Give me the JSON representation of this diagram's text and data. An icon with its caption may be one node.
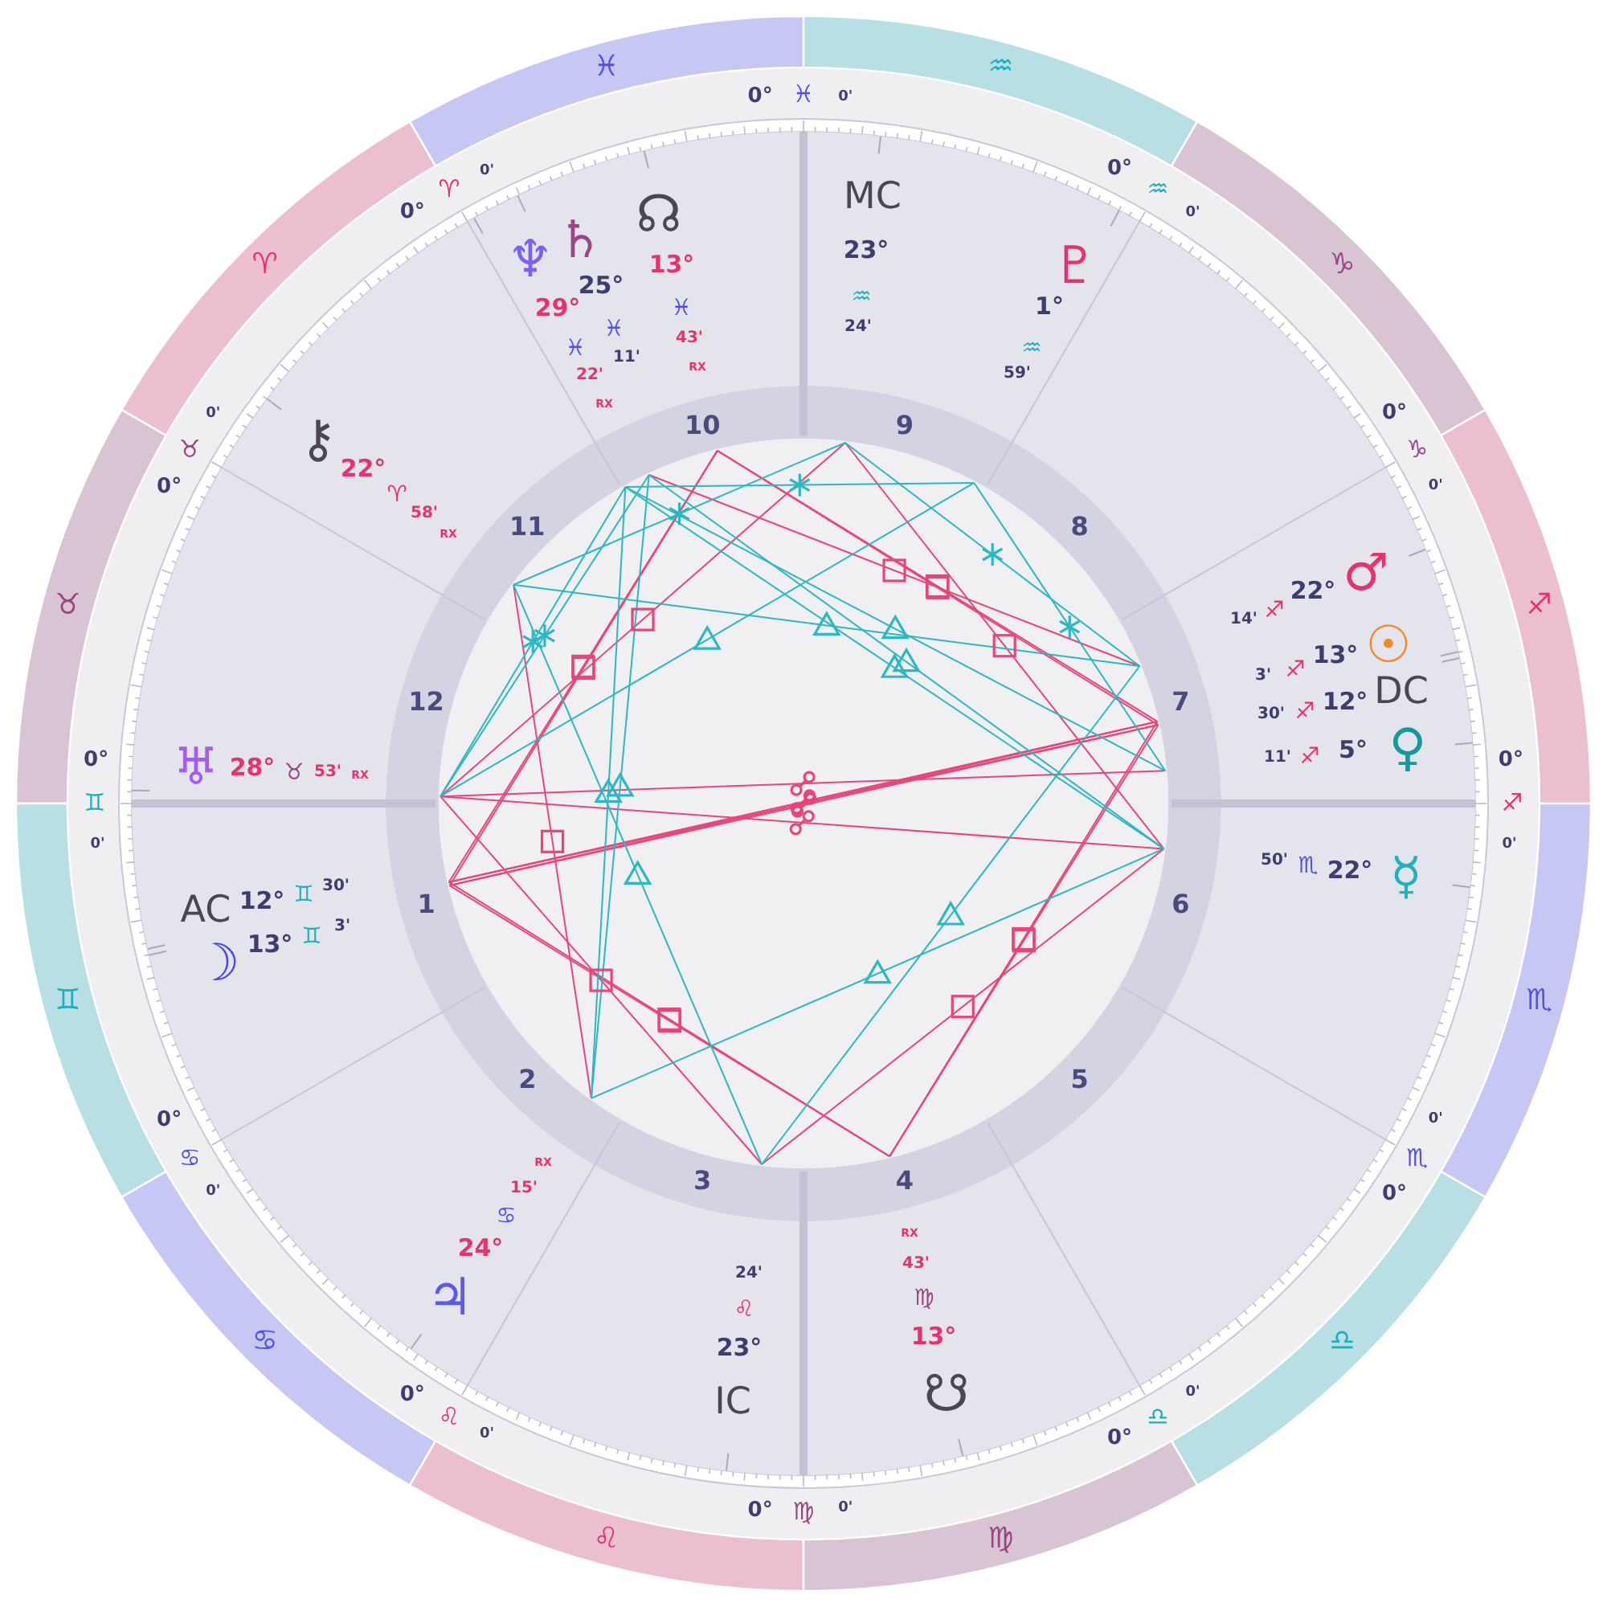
{
  "diagram": {
    "nodes": [
      {
        "text": [
          "♓"
        ]
      },
      {
        "text": [
          "♒"
        ]
      },
      {
        "text": [
          "♈"
        ]
      },
      {
        "text": [
          "♑"
        ]
      },
      {
        "text": [
          "♉"
        ]
      },
      {
        "text": [
          "♐"
        ]
      },
      {
        "text": [
          "♊"
        ]
      },
      {
        "text": [
          "♏"
        ]
      },
      {
        "text": [
          "♋"
        ]
      },
      {
        "text": [
          "♎"
        ]
      },
      {
        "text": [
          "♌"
        ]
      },
      {
        "text": [
          "♍"
        ]
      }
    ],
    "labels": [
      "0°",
      "♓",
      "0'",
      "0°",
      "♒",
      "0'",
      "0°",
      "♑",
      "0'",
      "0°",
      "♐",
      "0'",
      "0°",
      "♏",
      "0'",
      "0°",
      "♎",
      "0'",
      "0°",
      "♍",
      "0'",
      "0°",
      "♌",
      "0'",
      "0°",
      "♋",
      "0'",
      "0°",
      "♊",
      "0'",
      "0°",
      "♉",
      "0'",
      "0°",
      "♈",
      "0'",
      "♆",
      "29°",
      "♓",
      "22'",
      "RX",
      "♄",
      "25°",
      "♓",
      "11'",
      "☊",
      "13°",
      "♓",
      "43'",
      "RX",
      "MC",
      "23°",
      "♒",
      "24'",
      "♇",
      "1°",
      "♒",
      "59'",
      "♂",
      "22°",
      "♐",
      "14'",
      "☉",
      "13°",
      "♐",
      "3'",
      "DC",
      "12°",
      "♐",
      "30'",
      "♀",
      "5°",
      "♐",
      "11'",
      "☿",
      "22°",
      "♏",
      "50'",
      "☋",
      "13°",
      "♍",
      "43'",
      "RX",
      "IC",
      "23°",
      "♌",
      "24'",
      "♃",
      "24°",
      "♋",
      "15'",
      "RX",
      "AC",
      "12°",
      "♊",
      "30'",
      "☽",
      "13°",
      "♊",
      "3'",
      "♅",
      "28°",
      "♉",
      "53'",
      "RX",
      "⚷",
      "22°",
      "♈",
      "58'",
      "RX",
      "1",
      "2",
      "3",
      "4",
      "5",
      "6",
      "7",
      "8",
      "9",
      "10",
      "11",
      "12"
    ]
  }
}
